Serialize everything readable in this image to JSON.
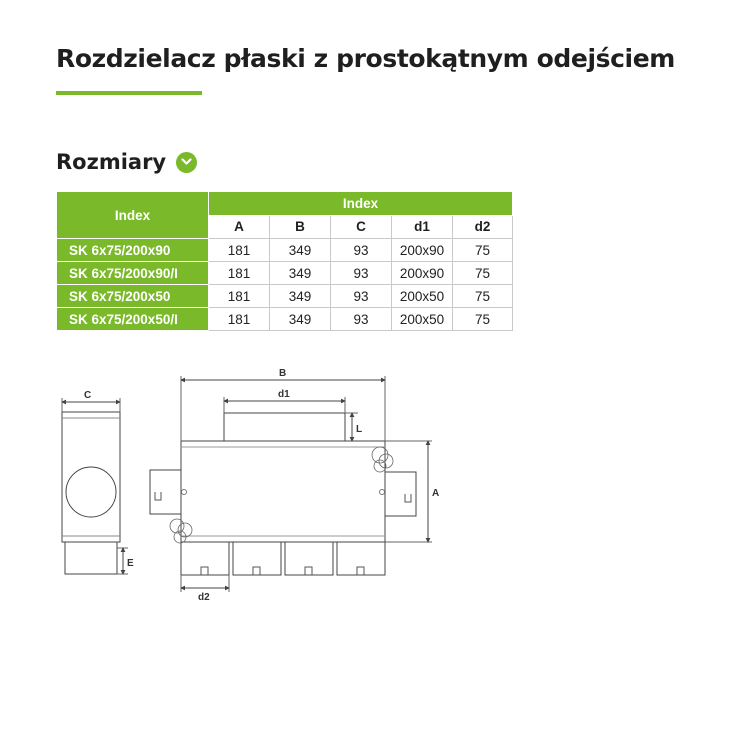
{
  "page": {
    "title": "Rozdzielacz płaski z prostokątnym odejściem",
    "section_title": "Rozmiary",
    "accent_color": "#7ab929"
  },
  "table": {
    "index_label": "Index",
    "group_label": "Index",
    "columns": [
      "A",
      "B",
      "C",
      "d1",
      "d2"
    ],
    "rows": [
      {
        "name": "SK 6x75/200x90",
        "values": [
          "181",
          "349",
          "93",
          "200x90",
          "75"
        ]
      },
      {
        "name": "SK 6x75/200x90/I",
        "values": [
          "181",
          "349",
          "93",
          "200x90",
          "75"
        ]
      },
      {
        "name": "SK 6x75/200x50",
        "values": [
          "181",
          "349",
          "93",
          "200x50",
          "75"
        ]
      },
      {
        "name": "SK 6x75/200x50/I",
        "values": [
          "181",
          "349",
          "93",
          "200x50",
          "75"
        ]
      }
    ]
  },
  "drawing": {
    "label_c": "C",
    "label_e": "E",
    "label_b": "B",
    "label_d1": "d1",
    "label_l": "L",
    "label_a": "A",
    "label_d2": "d2"
  }
}
